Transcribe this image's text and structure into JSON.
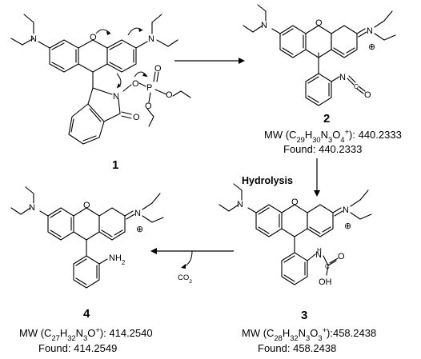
{
  "compounds": {
    "c1": {
      "label": "1"
    },
    "c2": {
      "label": "2",
      "mw_prefix": "MW (",
      "formula_parts": [
        [
          "C",
          ""
        ],
        [
          "29",
          "sub"
        ],
        [
          "H",
          ""
        ],
        [
          "30",
          "sub"
        ],
        [
          "N",
          ""
        ],
        [
          "3",
          "sub"
        ],
        [
          "O",
          ""
        ],
        [
          "4",
          "sub"
        ],
        [
          "+",
          "sup"
        ]
      ],
      "mw_value": "): 440.2333",
      "found": "Found: 440.2333"
    },
    "c3": {
      "label": "3",
      "mw_prefix": "MW (",
      "formula_parts": [
        [
          "C",
          ""
        ],
        [
          "28",
          "sub"
        ],
        [
          "H",
          ""
        ],
        [
          "32",
          "sub"
        ],
        [
          "N",
          ""
        ],
        [
          "3",
          "sub"
        ],
        [
          "O",
          ""
        ],
        [
          "3",
          "sub"
        ],
        [
          "+",
          "sup"
        ]
      ],
      "mw_value": "):458.2438",
      "found": "Found: 458.2438"
    },
    "c4": {
      "label": "4",
      "mw_prefix": "MW (",
      "formula_parts": [
        [
          "C",
          ""
        ],
        [
          "27",
          "sub"
        ],
        [
          "H",
          ""
        ],
        [
          "32",
          "sub"
        ],
        [
          "N",
          ""
        ],
        [
          "3",
          "sub"
        ],
        [
          "O",
          ""
        ],
        [
          "+",
          "sup"
        ]
      ],
      "mw_value": "): 414.2540",
      "found": "Found: 414.2549"
    }
  },
  "arrows": {
    "hydrolysis_label": "Hydrolysis",
    "byproduct_parts": [
      [
        "CO",
        ""
      ],
      [
        "2",
        "sub"
      ]
    ]
  },
  "atoms": {
    "N": "N",
    "O": "O",
    "P": "P",
    "C": "C",
    "NH2_parts": [
      [
        "NH",
        ""
      ],
      [
        "2",
        "sub"
      ]
    ],
    "H": "H",
    "OH": "OH",
    "plus": "⊕"
  }
}
